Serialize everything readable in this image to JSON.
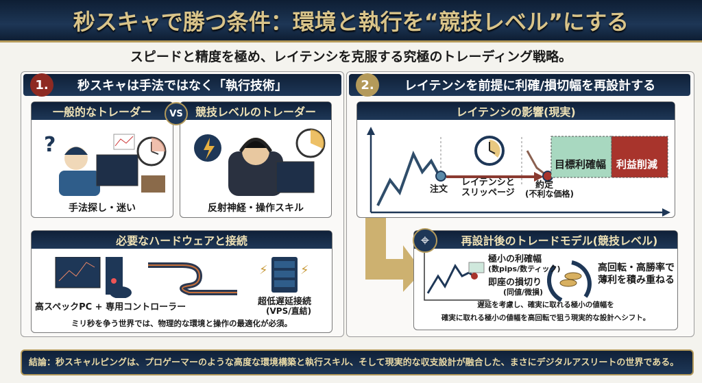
{
  "title": "秒スキャで勝つ条件：環境と執行を“競技レベル”にする",
  "subtitle": "スピードと精度を極め、レイテンシを克服する究極のトレーディング戦略。",
  "left": {
    "number": "1.",
    "heading": "秒スキャは手法ではなく「執行技術」",
    "normal": {
      "title": "一般的なトレーダー",
      "caption": "手法探し・迷い"
    },
    "vs": "VS",
    "pro": {
      "title": "競技レベルのトレーダー",
      "caption": "反射神経・操作スキル"
    },
    "hardware": {
      "title": "必要なハードウェアと接続",
      "pc_caption": "高スペックPC + 専用コントローラー",
      "conn_caption": "超低遅延接続",
      "conn_sub": "(VPS/直結)",
      "note": "ミリ秒を争う世界では、物理的な環境と操作の最適化が必須。"
    }
  },
  "right": {
    "number": "2.",
    "heading": "レイテンシを前提に利確/損切幅を再設計する",
    "latency": {
      "title": "レイテンシの影響(現実)",
      "order": "注文",
      "latency_label": "レイテンシと\nスリッページ",
      "fill": "約定",
      "fill_sub": "(不利な価格)",
      "target": "目標利確幅",
      "reduction": "利益削減"
    },
    "model": {
      "title": "再設計後のトレードモデル(競技レベル)",
      "tp": "極小の利確幅",
      "tp_sub": "(数pips/数ティック)",
      "sl": "即座の損切り",
      "sl_sub": "(同値/微損)",
      "cycle": "高回転・高勝率で\n薄利を積み重ねる",
      "note1": "遅延を考慮し、確実に取れる極小の値幅を",
      "note2": "確実に取れる極小の値幅を高回転で狙う現実的な設計へシフト。"
    }
  },
  "conclusion": "結論：秒スキャルピングは、プロゲーマーのような高度な環境構築と執行スキル、そして現実的な収支設計が融合した、まさにデジタルアスリートの世界である。",
  "colors": {
    "navy": "#14284a",
    "gold": "#d9c48a",
    "red": "#a8342c",
    "green": "#a8d8c0"
  }
}
